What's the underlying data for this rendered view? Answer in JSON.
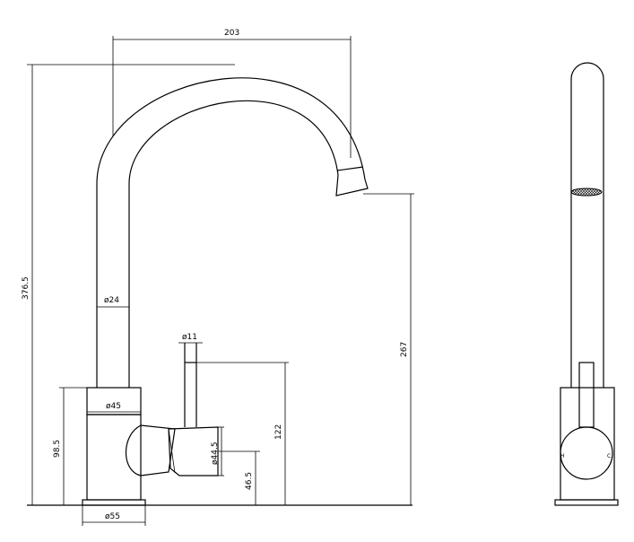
{
  "dimensions": {
    "spout_reach": "203",
    "total_height": "376.5",
    "spout_height": "267",
    "lever_height": "122",
    "body_height": "98.5",
    "handle_height": "46.5",
    "spout_diameter": "ø24",
    "lever_diameter": "ø11",
    "body_diameter": "ø45",
    "handle_diameter": "ø44.5",
    "base_diameter": "ø55"
  },
  "side_view": {
    "hot_mark": "H",
    "cold_mark": "C"
  }
}
